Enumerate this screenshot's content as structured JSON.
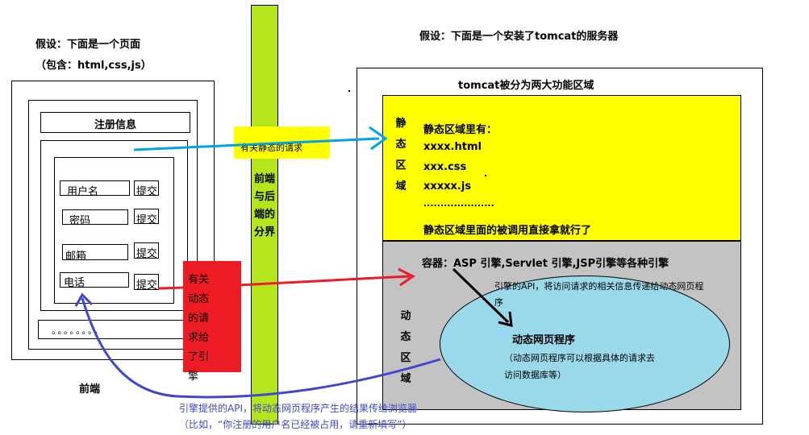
{
  "frontend": {
    "title_line1": "假设：下面是一个页面",
    "title_line2": "（包含：html,css,js）",
    "register_title": "注册信息",
    "fields": [
      {
        "label": "用户名",
        "submit": "提交"
      },
      {
        "label": "密码",
        "submit": "提交"
      },
      {
        "label": "邮箱",
        "submit": "提交"
      },
      {
        "label": "电话",
        "submit": "提交"
      }
    ],
    "dots": "。。。。。。。。",
    "caption": "前端"
  },
  "divider": {
    "text": "前端与后端的分界",
    "static_request": "有关静态的请求",
    "dynamic_request": "有关动态的请求给了引擎"
  },
  "server": {
    "title": "假设：下面是一个安装了tomcat的服务器",
    "subtitle": "tomcat被分为两大功能区域",
    "static_zone": {
      "side_label": "静态区域",
      "heading": "静态区域里有：",
      "files": [
        "xxxx.html",
        "xxx.css",
        "xxxxx.js",
        "....................."
      ],
      "note": "静态区域里面的被调用直接拿就行了"
    },
    "dynamic_zone": {
      "side_label": "动态区域",
      "container": "容器：ASP 引擎,Servlet 引擎,JSP引擎等各种引擎",
      "engine_api": "引擎的API，将访问请求的相关信息传递给动态网页程序",
      "program_title": "动态网页程序",
      "program_desc": "（动态网页程序可以根据具体的请求去访问数据库等）"
    }
  },
  "response": {
    "line1": "引擎提供的API，将动态网页程序产生的结果传给浏览器",
    "line2": "（比如，“你注册的用户名已经被占用，请重新填写”）"
  },
  "colors": {
    "divider": "#b5e61d",
    "static_zone": "#ffff00",
    "dynamic_zone": "#c3c3c3",
    "program_ellipse": "#99d9ea",
    "dynamic_request_box": "#ed1c24",
    "static_arrow": "#00a2e8",
    "dynamic_arrow": "#ed1c24",
    "response_arrow": "#3f48cc",
    "response_text": "#3f48cc"
  }
}
